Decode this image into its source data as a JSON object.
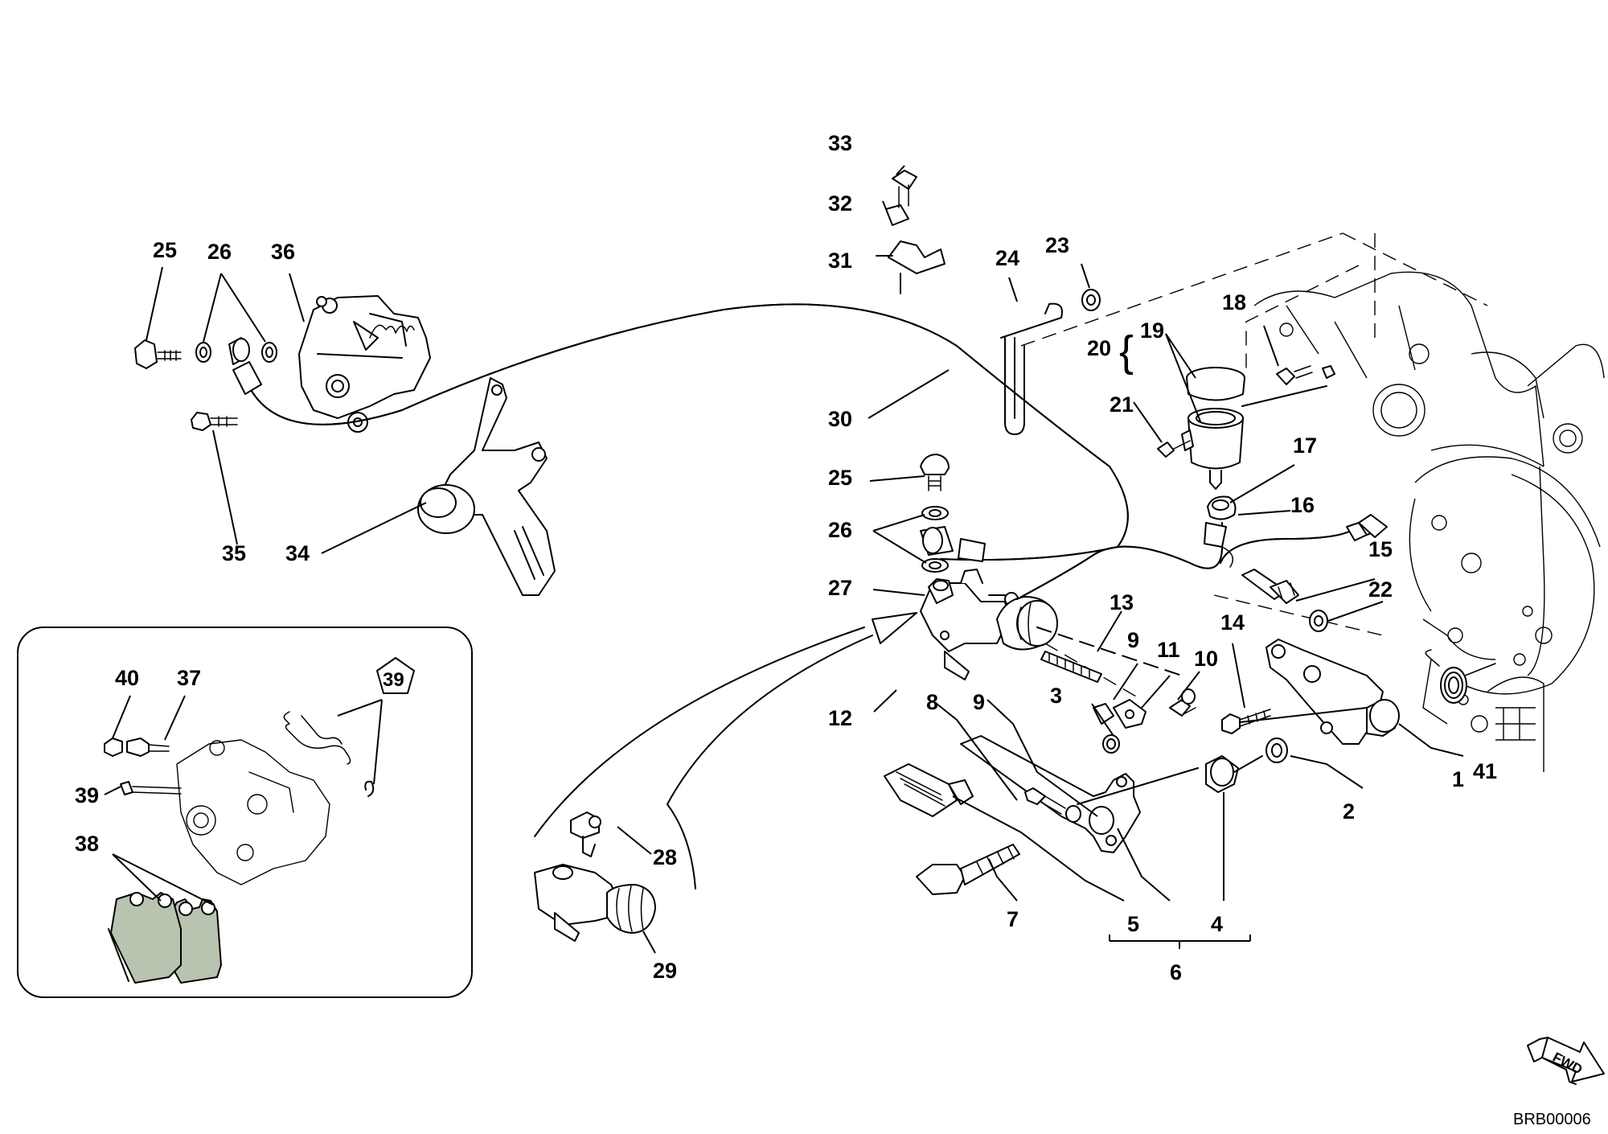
{
  "callouts": {
    "n1": "1",
    "n2": "2",
    "n3": "3",
    "n4": "4",
    "n5": "5",
    "n6": "6",
    "n7": "7",
    "n8": "8",
    "n9a": "9",
    "n9b": "9",
    "n10": "10",
    "n11": "11",
    "n12": "12",
    "n13": "13",
    "n14": "14",
    "n15": "15",
    "n16": "16",
    "n17": "17",
    "n18": "18",
    "n19": "19",
    "n20": "20",
    "n21": "21",
    "n22": "22",
    "n23": "23",
    "n24": "24",
    "n25a": "25",
    "n25b": "25",
    "n26a": "26",
    "n26b": "26",
    "n27": "27",
    "n28": "28",
    "n29": "29",
    "n30": "30",
    "n31": "31",
    "n32": "32",
    "n33": "33",
    "n34": "34",
    "n35": "35",
    "n36": "36",
    "n37": "37",
    "n38": "38",
    "n39": "39",
    "n39badge": "39",
    "n40": "40",
    "n41": "41"
  },
  "direction_marker": "FWD",
  "drawing_code": "BRB00006",
  "colors": {
    "line": "#000000",
    "background": "#ffffff",
    "brake_pad": "#b8c4b0"
  }
}
